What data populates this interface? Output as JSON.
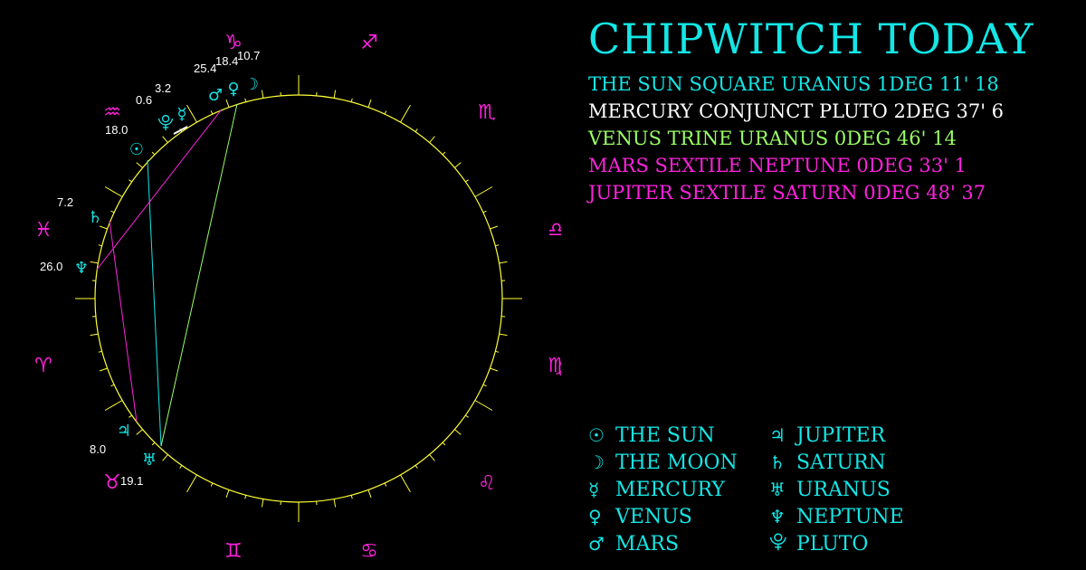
{
  "title": "CHIPWITCH TODAY",
  "colors": {
    "background": "#000000",
    "wheel": "#ffff33",
    "signs": "#ff22dd",
    "planets": "#14e6e6",
    "square": "#14e6e6",
    "conjunct": "#ffffff",
    "trine": "#99ff66",
    "sextile": "#ff22dd"
  },
  "aspects": [
    {
      "text": "THE SUN SQUARE URANUS 1DEG 11' 18",
      "color": "#14e6e6"
    },
    {
      "text": "MERCURY CONJUNCT PLUTO 2DEG 37' 6",
      "color": "#ffffff"
    },
    {
      "text": "VENUS TRINE URANUS 0DEG 46' 14",
      "color": "#99ff66"
    },
    {
      "text": "MARS SEXTILE NEPTUNE 0DEG 33' 1",
      "color": "#ff22dd"
    },
    {
      "text": "JUPITER SEXTILE SATURN 0DEG 48' 37",
      "color": "#ff22dd"
    }
  ],
  "legend": [
    {
      "symbol": "☉",
      "name": "THE SUN",
      "icon": "sun-icon"
    },
    {
      "symbol": "☽",
      "name": "THE MOON",
      "icon": "moon-icon"
    },
    {
      "symbol": "☿",
      "name": "MERCURY",
      "icon": "mercury-icon"
    },
    {
      "symbol": "♀",
      "name": "VENUS",
      "icon": "venus-icon"
    },
    {
      "symbol": "♂",
      "name": "MARS",
      "icon": "mars-icon"
    },
    {
      "symbol": "♃",
      "name": "JUPITER",
      "icon": "jupiter-icon"
    },
    {
      "symbol": "♄",
      "name": "SATURN",
      "icon": "saturn-icon"
    },
    {
      "symbol": "♅",
      "name": "URANUS",
      "icon": "uranus-icon"
    },
    {
      "symbol": "♆",
      "name": "NEPTUNE",
      "icon": "neptune-icon"
    },
    {
      "symbol": "⯓",
      "name": "PLUTO",
      "icon": "pluto-icon"
    }
  ],
  "signs": [
    {
      "symbol": "♑",
      "icon": "capricorn-icon"
    },
    {
      "symbol": "♐",
      "icon": "sagittarius-icon"
    },
    {
      "symbol": "♏",
      "icon": "scorpio-icon"
    },
    {
      "symbol": "♎",
      "icon": "libra-icon"
    },
    {
      "symbol": "♍",
      "icon": "virgo-icon"
    },
    {
      "symbol": "♌",
      "icon": "leo-icon"
    },
    {
      "symbol": "♋",
      "icon": "cancer-icon"
    },
    {
      "symbol": "♊",
      "icon": "gemini-icon"
    },
    {
      "symbol": "♉",
      "icon": "taurus-icon"
    },
    {
      "symbol": "♈",
      "icon": "aries-icon"
    },
    {
      "symbol": "♓",
      "icon": "pisces-icon"
    },
    {
      "symbol": "♒",
      "icon": "aquarius-icon"
    }
  ],
  "planet_positions": [
    {
      "symbol": "☽",
      "icon": "moon-icon",
      "degree": "10.7"
    },
    {
      "symbol": "♀",
      "icon": "venus-icon",
      "degree": "18.4"
    },
    {
      "symbol": "♂",
      "icon": "mars-icon",
      "degree": "25.4"
    },
    {
      "symbol": "☿",
      "icon": "mercury-icon",
      "degree": "3.2"
    },
    {
      "symbol": "⯓",
      "icon": "pluto-icon",
      "degree": "0.6"
    },
    {
      "symbol": "☉",
      "icon": "sun-icon",
      "degree": "18.0"
    },
    {
      "symbol": "♄",
      "icon": "saturn-icon",
      "degree": "7.2"
    },
    {
      "symbol": "♆",
      "icon": "neptune-icon",
      "degree": "26.0"
    },
    {
      "symbol": "♃",
      "icon": "jupiter-icon",
      "degree": "8.0"
    },
    {
      "symbol": "♅",
      "icon": "uranus-icon",
      "degree": "19.1"
    }
  ]
}
